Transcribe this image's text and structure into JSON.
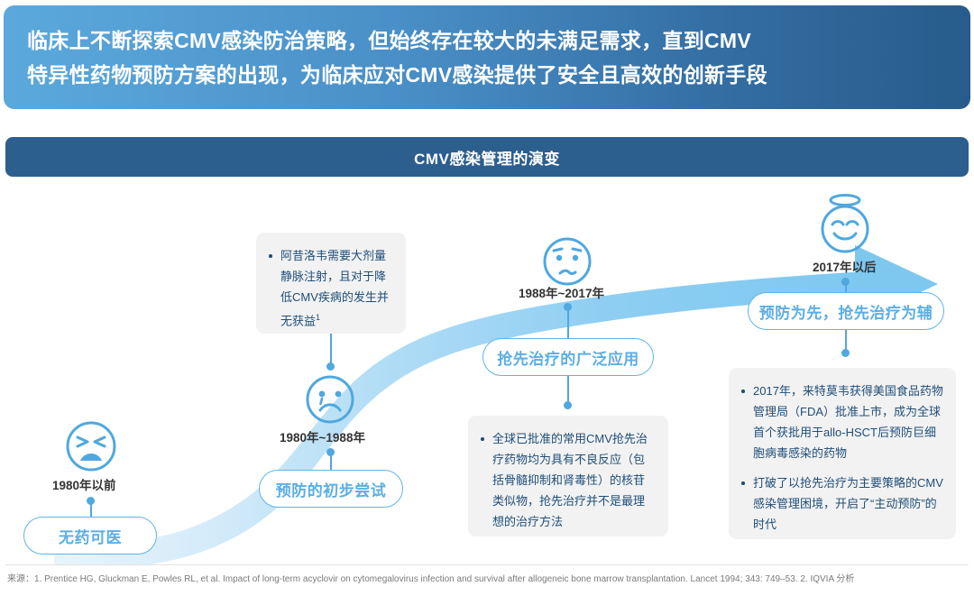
{
  "banner": {
    "text": "临床上不断探索CMV感染防治策略，但始终存在较大的未满足需求，直到CMV\n特异性药物预防方案的出现，为临床应对CMV感染提供了安全且高效的创新手段",
    "gradient_from": "#5BA9DC",
    "gradient_to": "#275C8C"
  },
  "section": {
    "title": "CMV感染管理的演变",
    "bar_color": "#2C5E8E"
  },
  "colors": {
    "accent_blue": "#5FB4E8",
    "curve_blue": "#7EC8F0",
    "card_bg": "#F2F2F2",
    "card_text": "#1F4E79",
    "label_text": "#333333"
  },
  "timeline": {
    "stages": [
      {
        "id": "pre-1980",
        "face": "distressed-face",
        "period": "1980年以前",
        "pill": "无药可医",
        "card": null
      },
      {
        "id": "1980-1988",
        "face": "sad-face-with-tear",
        "period": "1980年~1988年",
        "pill": "预防的初步尝试",
        "card": {
          "bullets": [
            {
              "text": "阿昔洛韦需要大剂量静脉注射，且对于降低CMV疾病的发生并无获益",
              "sup": "1"
            }
          ]
        }
      },
      {
        "id": "1988-2017",
        "face": "worried-face",
        "period": "1988年~2017年",
        "pill": "抢先治疗的广泛应用",
        "card": {
          "bullets": [
            {
              "text": "全球已批准的常用CMV抢先治疗药物均为具有不良反应（包括骨髓抑制和肾毒性）的核苷类似物，抢先治疗并不是最理想的治疗方法",
              "sup": ""
            }
          ]
        }
      },
      {
        "id": "post-2017",
        "face": "angel-happy-face",
        "period": "2017年以后",
        "pill": "预防为先，抢先治疗为辅",
        "card": {
          "bullets": [
            {
              "text": "2017年，来特莫韦获得美国食品药物管理局（FDA）批准上市，成为全球首个获批用于allo-HSCT后预防巨细胞病毒感染的药物",
              "sup": ""
            },
            {
              "text": "打破了以抢先治疗为主要策略的CMV感染管理困境，开启了“主动预防”的时代",
              "sup": ""
            }
          ]
        }
      }
    ]
  },
  "footer": {
    "source": "来源：1. Prentice HG, Gluckman E, Powles RL, et al. Impact of long-term acyclovir on cytomegalovirus infection and survival after allogeneic bone marrow transplantation. Lancet 1994; 343: 749–53. 2. IQVIA 分析"
  }
}
